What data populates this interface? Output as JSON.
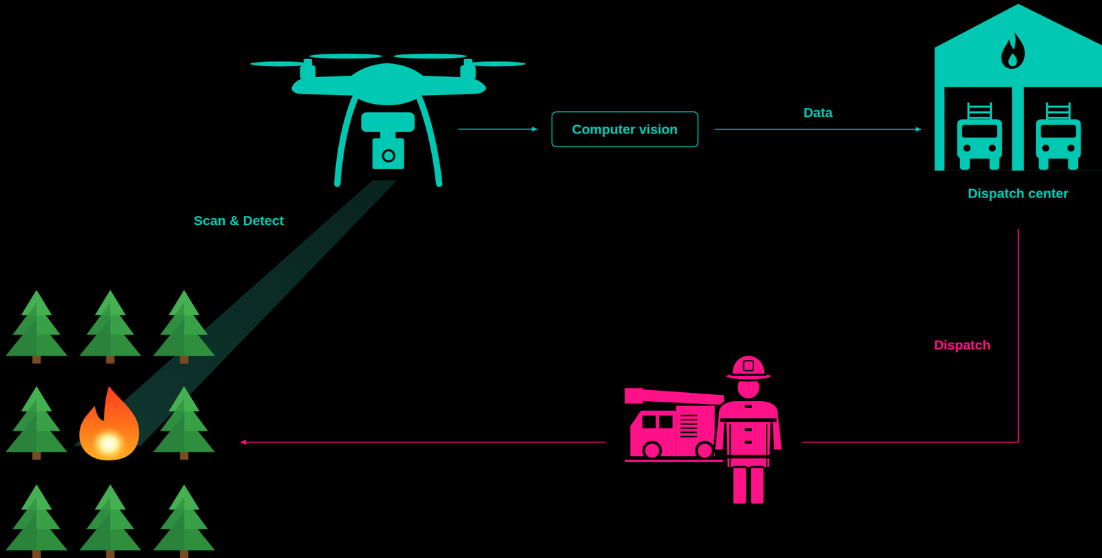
{
  "diagram": {
    "nodes": [
      {
        "text": [
          "Computer vision"
        ]
      },
      {
        "text": [
          "Dispatch center"
        ]
      }
    ],
    "edges": [
      {
        "from": 0,
        "to": 1,
        "label": "Data",
        "arrow": "to"
      }
    ],
    "labels": [
      "Scan & Detect",
      "Dispatch"
    ]
  }
}
